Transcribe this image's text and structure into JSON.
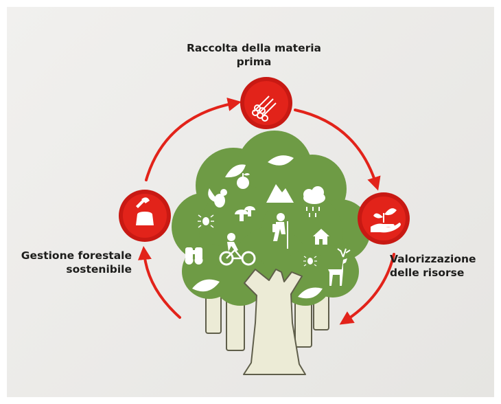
{
  "diagram": {
    "steps": [
      {
        "id": "raccolta",
        "label": "Raccolta della materia\nprima",
        "icon": "logs-icon"
      },
      {
        "id": "valorizzazione",
        "label": "Valorizzazione\ndelle risorse",
        "icon": "hand-plant-icon"
      },
      {
        "id": "gestione",
        "label": "Gestione forestale\nsostenibile",
        "icon": "tree-stump-axe-icon"
      }
    ],
    "colors": {
      "accent_red": "#e2231a",
      "accent_red_dark": "#c81913",
      "tree_green": "#6e9b45",
      "trunk": "#ecebd6",
      "trunk_outline": "#5f5e4a",
      "background": "#ebeae7"
    }
  }
}
